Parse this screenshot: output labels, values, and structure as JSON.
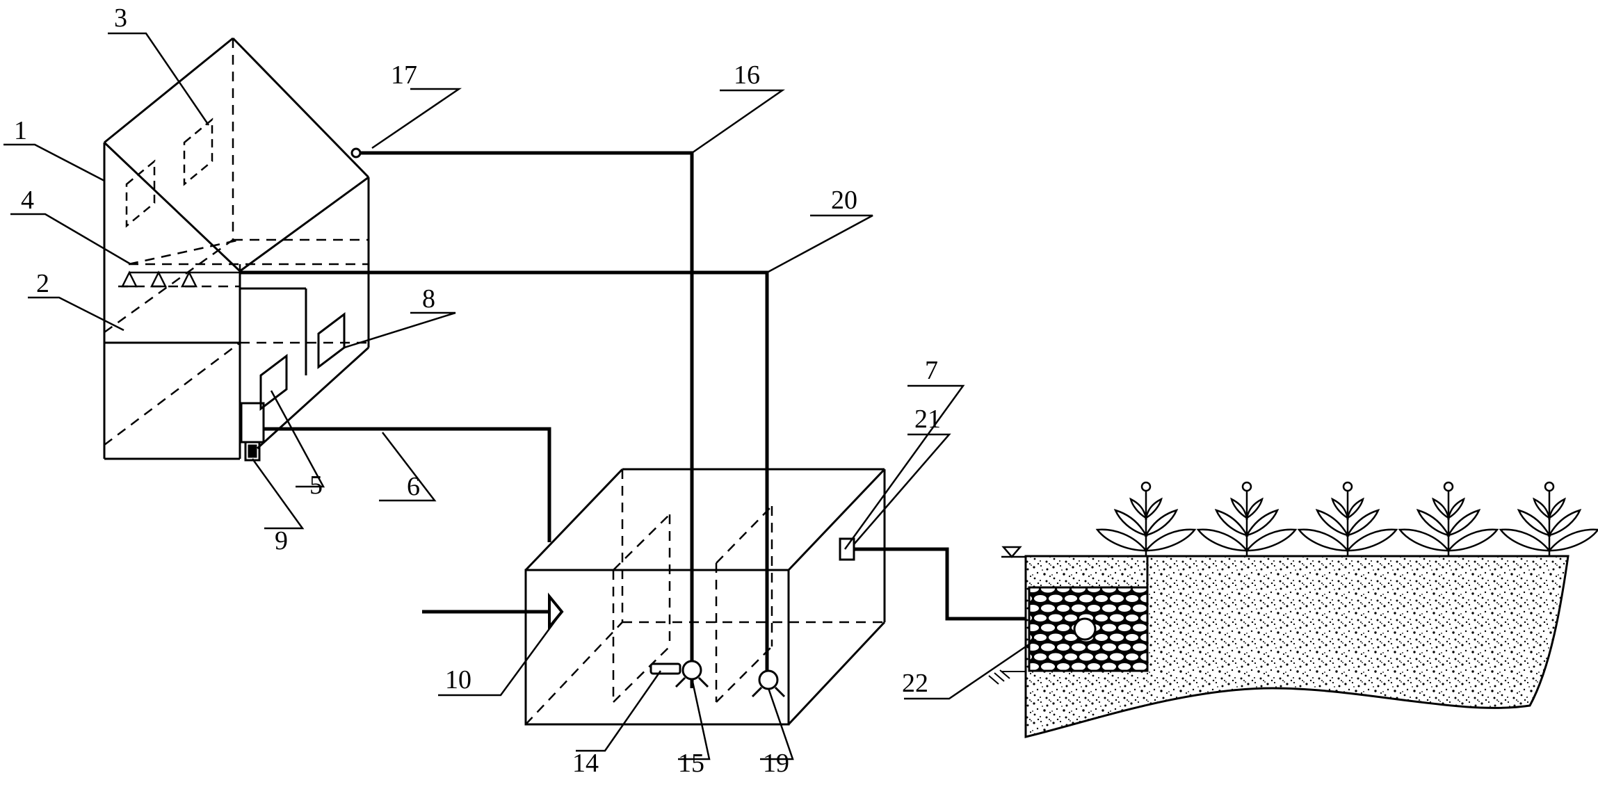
{
  "labels": {
    "l1": "1",
    "l2": "2",
    "l3": "3",
    "l4": "4",
    "l5": "5",
    "l6": "6",
    "l7": "7",
    "l8": "8",
    "l9": "9",
    "l10": "10",
    "l14": "14",
    "l15": "15",
    "l16": "16",
    "l17": "17",
    "l19": "19",
    "l20": "20",
    "l21": "21",
    "l22": "22"
  },
  "colors": {
    "line": "#000000",
    "background": "#ffffff",
    "soil_speckle": "#000000"
  },
  "icons": {
    "plant": "plant-icon",
    "water_level": "water-level-triangle-icon",
    "ground": "ground-hatch-icon",
    "pump": "pump-icon",
    "sprinkler": "sprinkler-nozzle-icon"
  }
}
